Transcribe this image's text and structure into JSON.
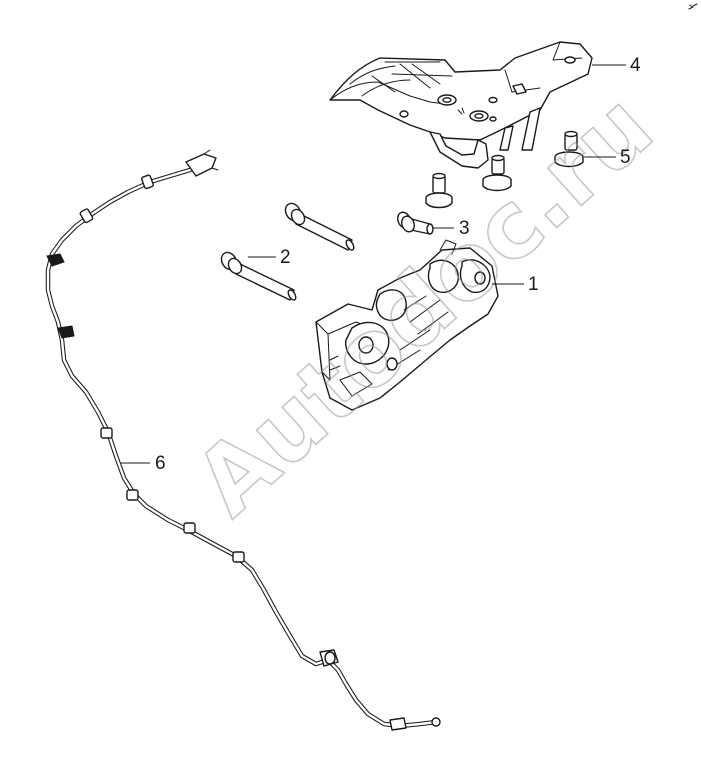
{
  "callouts": [
    {
      "id": "1",
      "label": "1"
    },
    {
      "id": "2",
      "label": "2"
    },
    {
      "id": "3",
      "label": "3"
    },
    {
      "id": "4",
      "label": "4"
    },
    {
      "id": "5",
      "label": "5"
    },
    {
      "id": "6",
      "label": "6"
    }
  ],
  "watermark": {
    "text": "Autodoc.ru"
  },
  "colors": {
    "line": "#1a1a1a",
    "background": "#ffffff",
    "watermark": "#9a9a9a"
  }
}
